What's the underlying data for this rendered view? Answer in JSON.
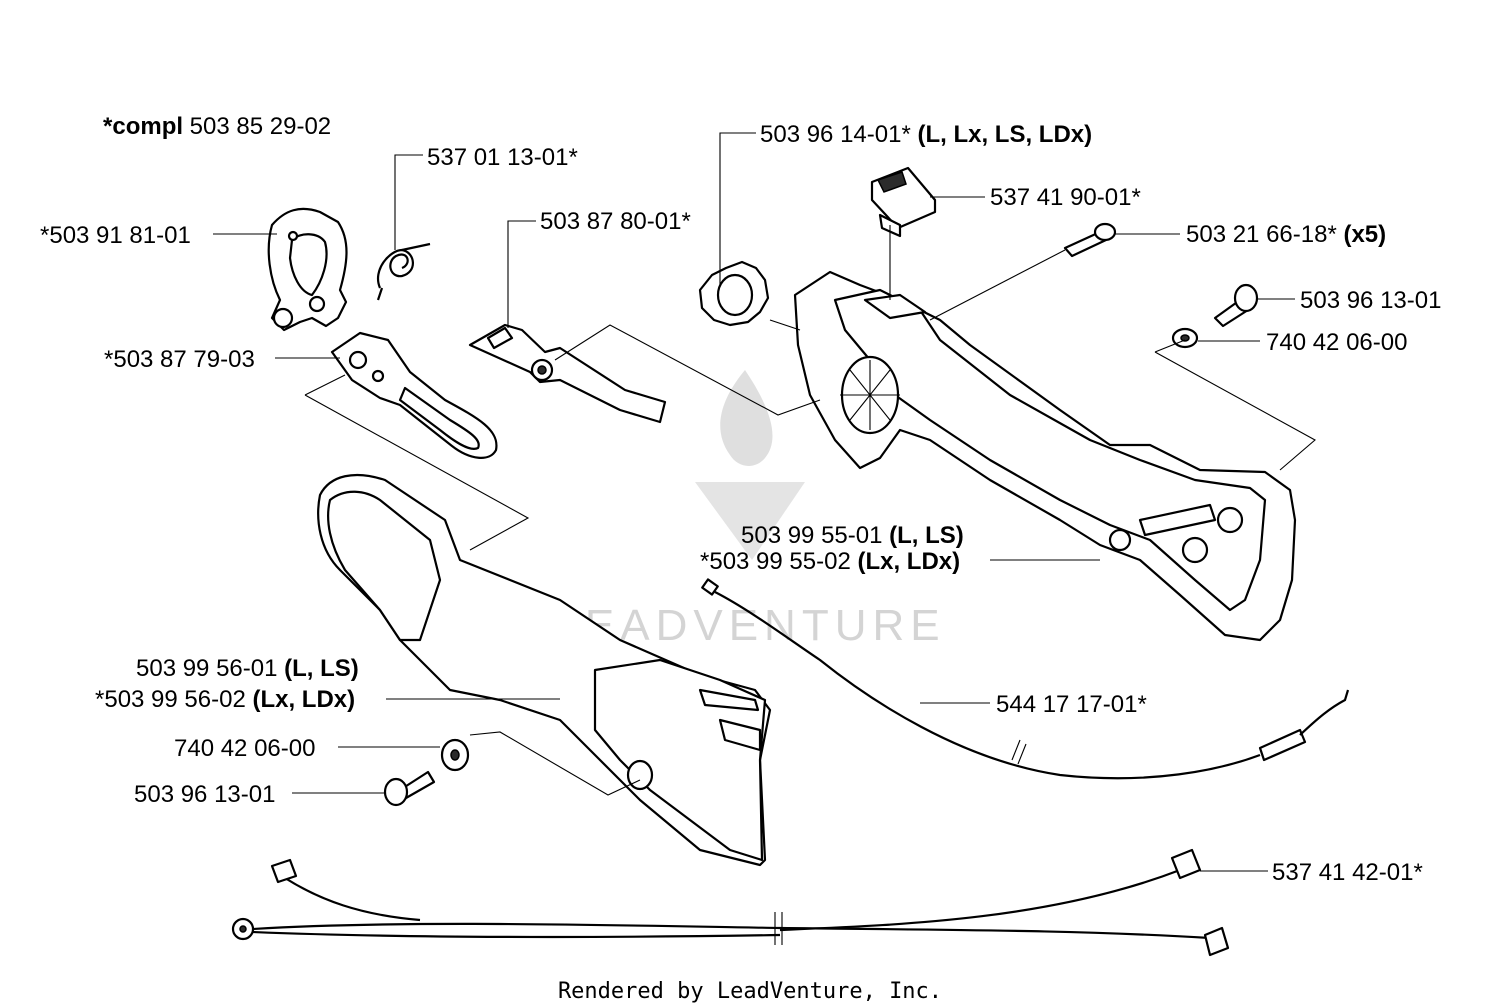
{
  "diagram": {
    "compl_label": {
      "bold": "*compl",
      "rest": " 503 85 29-02"
    },
    "labels": {
      "spring": "537 01 13-01*",
      "bracket": "*503 91 81-01",
      "lever": "503 87 80-01*",
      "throttle_trigger": "*503 87 79-03",
      "rubber_ring": {
        "text": "503 96 14-01* ",
        "bold": "(L, Lx, LS, LDx)"
      },
      "switch": "537 41 90-01*",
      "screw_x5": {
        "text": "503 21 66-18* ",
        "bold": "(x5)"
      },
      "screw_right": "503 96 13-01",
      "washer_right": "740 42 06-00",
      "handle_right_1": {
        "text": "503 99 55-01 ",
        "bold": "(L, LS)"
      },
      "handle_right_2": {
        "text": "*503 99 55-02 ",
        "bold": "(Lx, LDx)"
      },
      "throttle_cable": "544 17 17-01*",
      "handle_left_1": {
        "text": "503 99 56-01 ",
        "bold": "(L, LS)"
      },
      "handle_left_2": {
        "text": "*503 99 56-02 ",
        "bold": "(Lx, LDx)"
      },
      "washer_left": "740 42 06-00",
      "screw_left": "503 96 13-01",
      "wire_harness": "537 41 42-01*"
    },
    "watermark": "LEADVENTURE",
    "footer": "Rendered by LeadVenture, Inc."
  }
}
